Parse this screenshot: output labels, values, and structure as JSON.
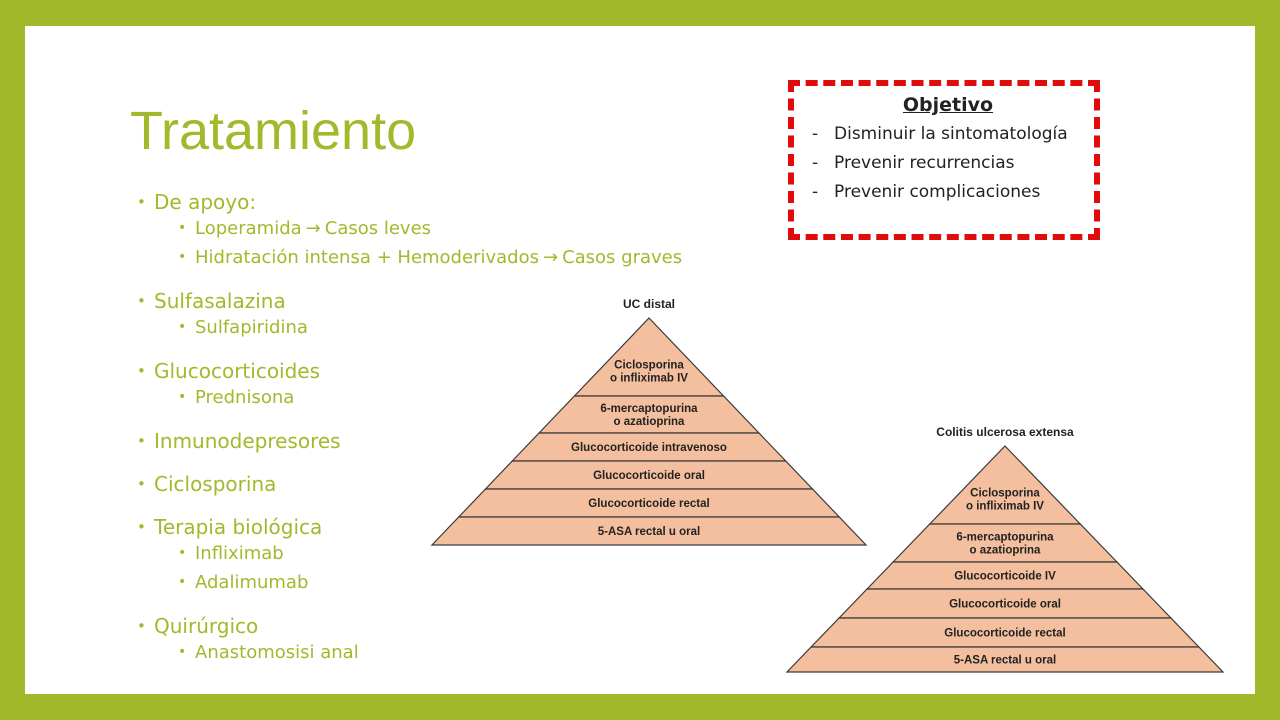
{
  "slide": {
    "title": "Tratamiento",
    "items": [
      {
        "label": "De apoyo:",
        "sub": [
          {
            "text": "Loperamida",
            "arrow": "→",
            "result": "Casos leves"
          },
          {
            "text": "Hidratación intensa + Hemoderivados",
            "arrow": "→",
            "result": "Casos graves"
          }
        ]
      },
      {
        "label": "Sulfasalazina",
        "sub": [
          {
            "text": "Sulfapiridina"
          }
        ]
      },
      {
        "label": "Glucocorticoides",
        "sub": [
          {
            "text": "Prednisona"
          }
        ]
      },
      {
        "label": "Inmunodepresores",
        "sub": []
      },
      {
        "label": "Ciclosporina",
        "sub": []
      },
      {
        "label": "Terapia biológica",
        "sub": [
          {
            "text": "Infliximab"
          },
          {
            "text": "Adalimumab"
          }
        ]
      },
      {
        "label": "Quirúrgico",
        "sub": [
          {
            "text": "Anastomosisi anal"
          }
        ]
      }
    ]
  },
  "objective": {
    "title": "Objetivo",
    "items": [
      "Disminuir la sintomatología",
      "Prevenir recurrencias",
      "Prevenir complicaciones"
    ]
  },
  "pyramids": [
    {
      "title": "UC distal",
      "levels": [
        [
          "Ciclosporina",
          "o infliximab IV"
        ],
        [
          "6-mercaptopurina",
          "o azatioprina"
        ],
        [
          "Glucocorticoide intravenoso"
        ],
        [
          "Glucocorticoide oral"
        ],
        [
          "Glucocorticoide rectal"
        ],
        [
          "5-ASA rectal u oral"
        ]
      ]
    },
    {
      "title": "Colitis ulcerosa extensa",
      "levels": [
        [
          "Ciclosporina",
          "o infliximab IV"
        ],
        [
          "6-mercaptopurina",
          "o azatioprina"
        ],
        [
          "Glucocorticoide IV"
        ],
        [
          "Glucocorticoide oral"
        ],
        [
          "Glucocorticoide rectal"
        ],
        [
          "5-ASA rectal u oral"
        ]
      ]
    }
  ],
  "colors": {
    "accent": "#a2b92b",
    "dash": "#e10b0b",
    "pyramid_fill": "#f4bf9e",
    "pyramid_stroke": "#3a3a3a"
  }
}
